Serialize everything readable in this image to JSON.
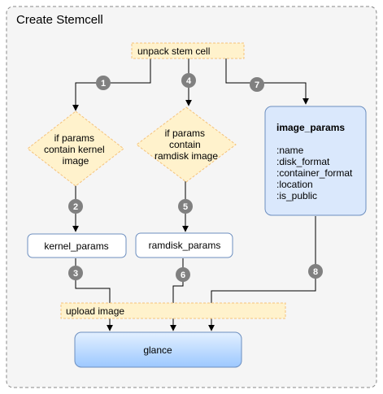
{
  "container": {
    "title": "Create Stemcell"
  },
  "nodes": {
    "unpack": {
      "label": "unpack stem cell"
    },
    "kernel_check": {
      "lines": [
        "if params",
        "contain kernel",
        "image"
      ]
    },
    "ramdisk_check": {
      "lines": [
        "if params",
        "contain",
        "ramdisk image"
      ]
    },
    "image_params": {
      "title": "image_params",
      "fields": [
        ":name",
        ":disk_format",
        ":container_format",
        ":location",
        ":is_public"
      ]
    },
    "kernel_params": {
      "label": "kernel_params"
    },
    "ramdisk_params": {
      "label": "ramdisk_params"
    },
    "upload": {
      "label": "upload image"
    },
    "glance": {
      "label": "glance"
    }
  },
  "steps": [
    "1",
    "2",
    "3",
    "4",
    "5",
    "6",
    "7",
    "8"
  ],
  "colors": {
    "container_fill": "#f5f5f5",
    "container_stroke": "#888888",
    "note_fill": "#fff2cc",
    "note_stroke": "#f5c27a",
    "box_stroke": "#6c8ebf",
    "image_params_fill": "#dae8fc",
    "glance_top": "#e3f0ff",
    "glance_bottom": "#9cc8ff",
    "badge_fill": "#808080",
    "line": "#000000"
  }
}
